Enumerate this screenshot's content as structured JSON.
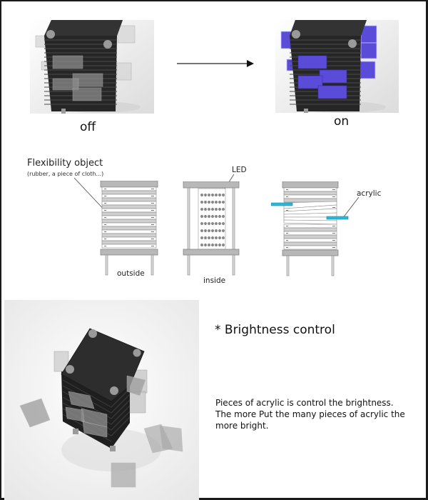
{
  "top_section": {
    "off_caption": "off",
    "on_caption": "on",
    "arrow": "right-arrow"
  },
  "diagram_section": {
    "flex_label": "Flexibility object",
    "flex_sublabel": "(rubber,  a piece of cloth...)",
    "led_label": "LED",
    "acrylic_label": "acrylic",
    "outside_caption": "outside",
    "inside_caption": "inside",
    "led_grid": {
      "rows": 8,
      "cols": 7
    }
  },
  "bottom_section": {
    "heading": "* Brightness control",
    "description_lines": [
      "Pieces of acrylic is control the brightness.",
      "The more Put the many pieces of acrylic the",
      "more bright."
    ]
  },
  "colors": {
    "device_body": "#2b2b2b",
    "acrylic_on": "#5a4bd8",
    "acrylic_blue_diagram": "#2ab8d8",
    "diagram_gray": "#b8b8b8",
    "border": "#1a1a1a"
  }
}
